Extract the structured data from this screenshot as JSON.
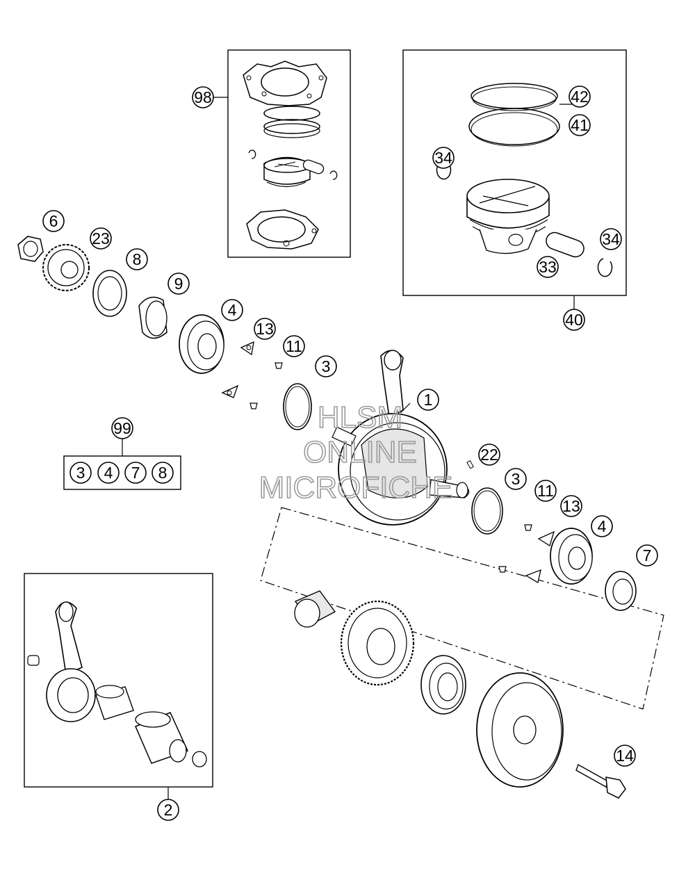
{
  "callouts": {
    "c98": "98",
    "c42": "42",
    "c41": "41",
    "c34a": "34",
    "c34b": "34",
    "c33": "33",
    "c40": "40",
    "c6": "6",
    "c23": "23",
    "c8": "8",
    "c9": "9",
    "c4a": "4",
    "c13a": "13",
    "c11a": "11",
    "c3a": "3",
    "c1": "1",
    "c99": "99",
    "c22": "22",
    "c3b": "3",
    "c11b": "11",
    "c13b": "13",
    "c4b": "4",
    "c7": "7",
    "c14": "14",
    "c2": "2"
  },
  "kit99": [
    "3",
    "4",
    "7",
    "8"
  ],
  "watermark": {
    "line1": "HLSM",
    "line2": "ONLINE",
    "line3": "MICROFICHE"
  },
  "colors": {
    "line": "#000000",
    "part_fill": "#ffffff",
    "shade": "#cfcfcf",
    "watermark": "#9a9a9a"
  }
}
